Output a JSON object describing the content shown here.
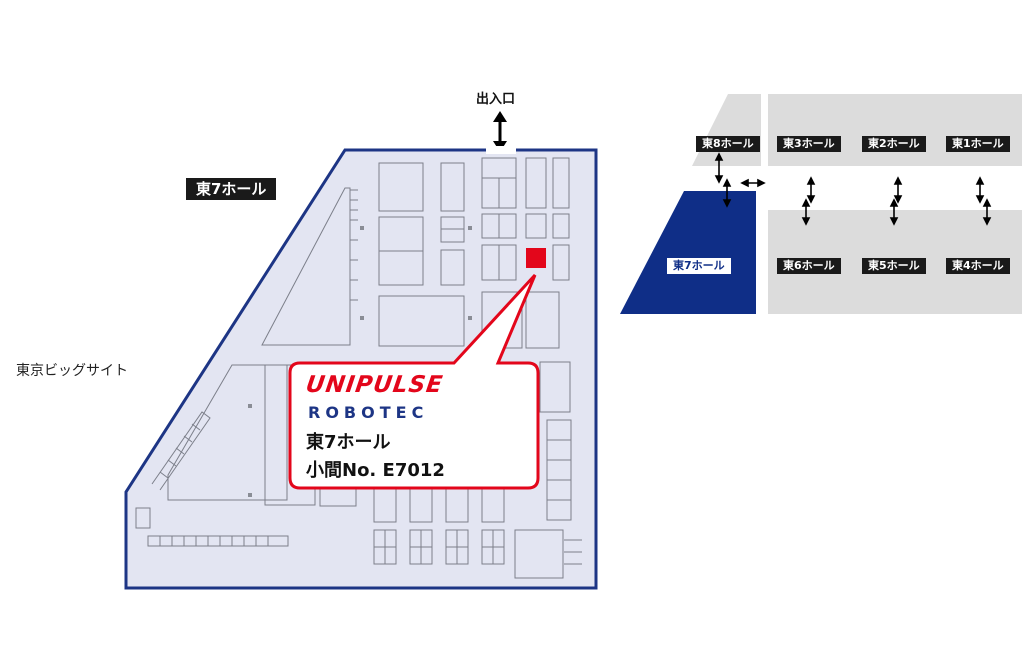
{
  "map": {
    "venue_label": "東京ビッグサイト",
    "entrance_label": "出入口",
    "main_hall_label": "東7ホール",
    "booth_marker_color": "#e3061b",
    "hall_fill_color": "#e3e5f2",
    "hall_border_color": "#1d3585"
  },
  "callout": {
    "logo_unipulse": "UNIPULSE",
    "logo_robotec": "ROBOTEC",
    "hall": "東7ホール",
    "booth": "小間No. E7012"
  },
  "overview": {
    "highlight_color": "#0f2e87",
    "halls": [
      {
        "id": "east8",
        "label": "東8ホール"
      },
      {
        "id": "east3",
        "label": "東3ホール"
      },
      {
        "id": "east2",
        "label": "東2ホール"
      },
      {
        "id": "east1",
        "label": "東1ホール"
      },
      {
        "id": "east7",
        "label": "東7ホール"
      },
      {
        "id": "east6",
        "label": "東6ホール"
      },
      {
        "id": "east5",
        "label": "東5ホール"
      },
      {
        "id": "east4",
        "label": "東4ホール"
      }
    ]
  }
}
